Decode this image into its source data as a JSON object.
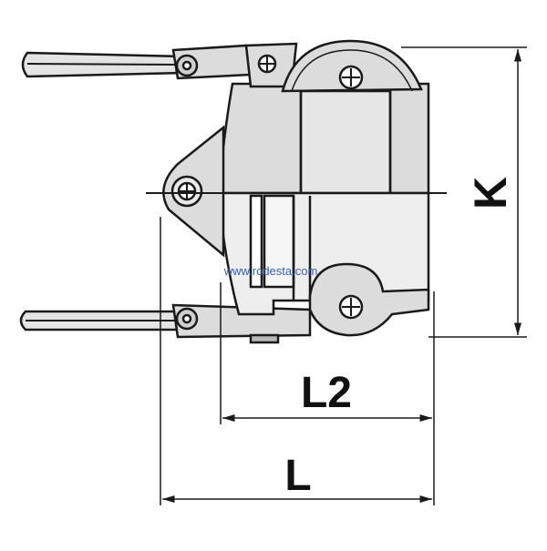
{
  "diagram": {
    "dimensions": {
      "K": "K",
      "L2": "L2",
      "L": "L"
    },
    "watermark": "www.rodesta.com",
    "colors": {
      "stroke": "#1a1a1a",
      "body_fill": "#dcdcdc",
      "light_fill": "#eeeeee",
      "dark_fill": "#b8b8b8",
      "watermark": "#3a5fb0"
    },
    "component": "cam-lock coupling cross-section with two handle levers"
  }
}
